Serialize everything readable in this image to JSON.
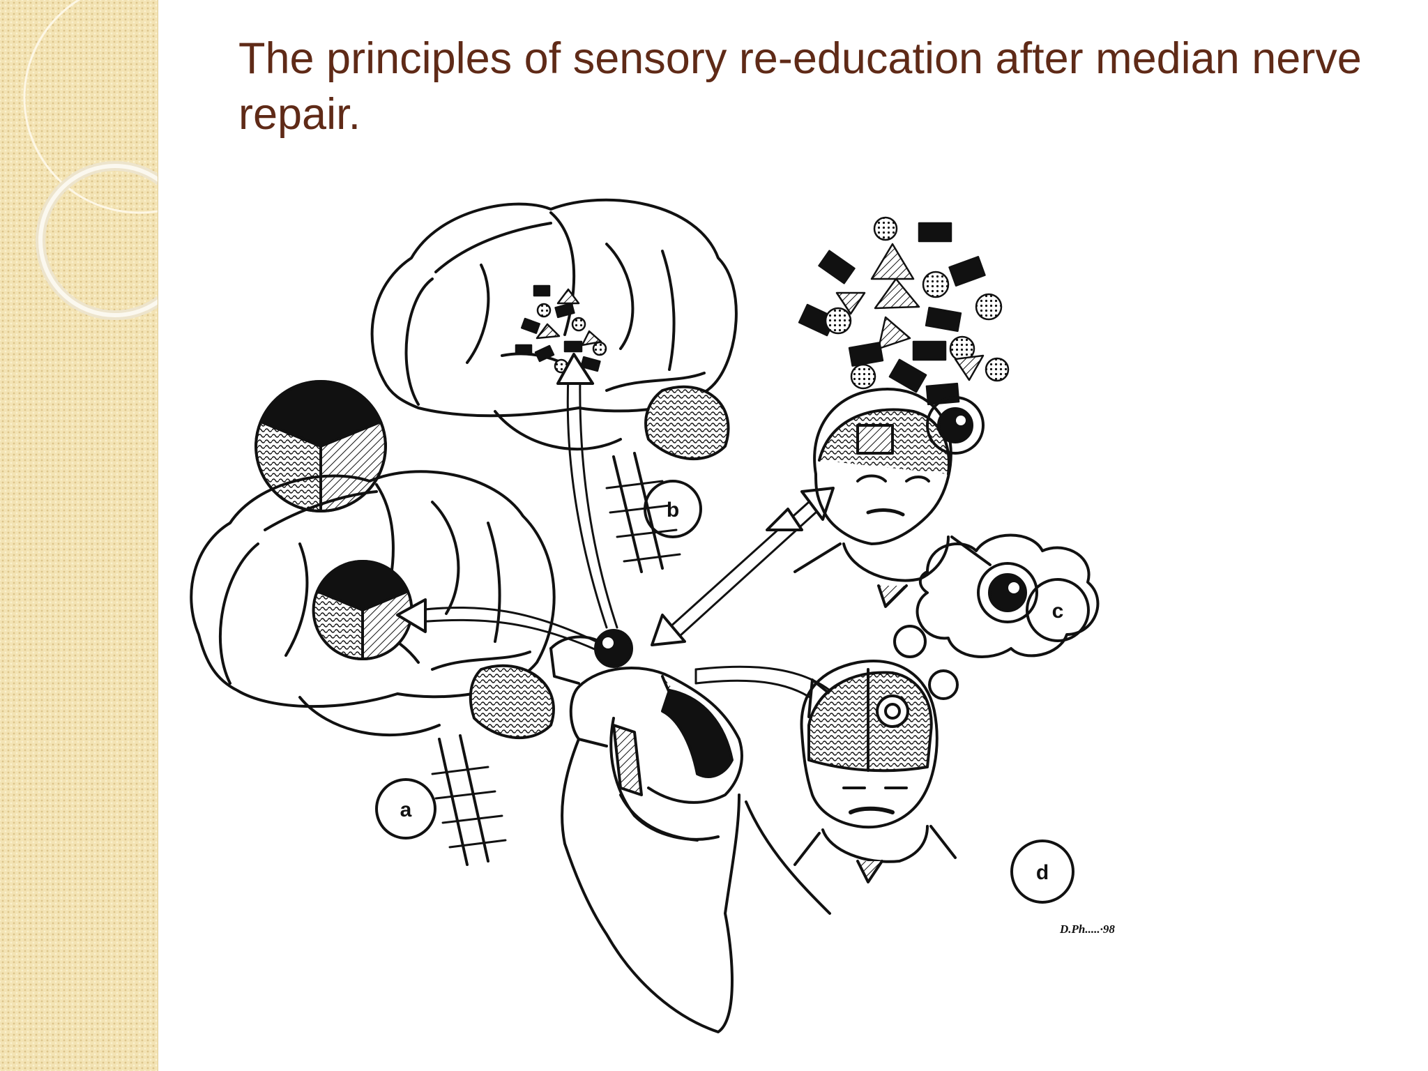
{
  "slide": {
    "title": "The principles of sensory re-education after median nerve repair."
  },
  "figure": {
    "panel_labels": {
      "a": "a",
      "b": "b",
      "c": "c",
      "d": "d"
    },
    "signature": "D.Ph.....·98"
  },
  "colors": {
    "title": "#5f2a17",
    "side_band": "#f3e3b4",
    "line_art": "#111111"
  }
}
